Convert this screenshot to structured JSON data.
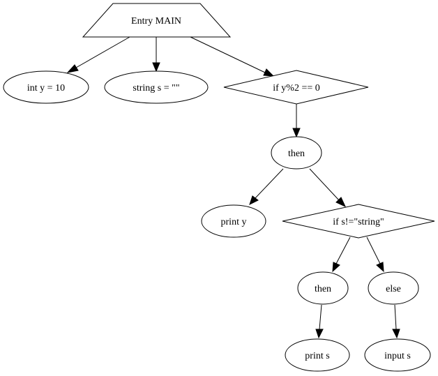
{
  "diagram": {
    "nodes": {
      "entry": "Entry MAIN",
      "decl_y": "int y = 10",
      "decl_s": "string s = \"\"",
      "if1": "if y%2 == 0",
      "then1": "then",
      "print_y": "print y",
      "if2": "if s!=\"string\"",
      "then2": "then",
      "else2": "else",
      "print_s": "print s",
      "input_s": "input s"
    },
    "edges": [
      {
        "from": "entry",
        "to": "decl_y"
      },
      {
        "from": "entry",
        "to": "decl_s"
      },
      {
        "from": "entry",
        "to": "if1"
      },
      {
        "from": "if1",
        "to": "then1"
      },
      {
        "from": "then1",
        "to": "print_y"
      },
      {
        "from": "then1",
        "to": "if2"
      },
      {
        "from": "if2",
        "to": "then2"
      },
      {
        "from": "if2",
        "to": "else2"
      },
      {
        "from": "then2",
        "to": "print_s"
      },
      {
        "from": "else2",
        "to": "input_s"
      }
    ]
  }
}
